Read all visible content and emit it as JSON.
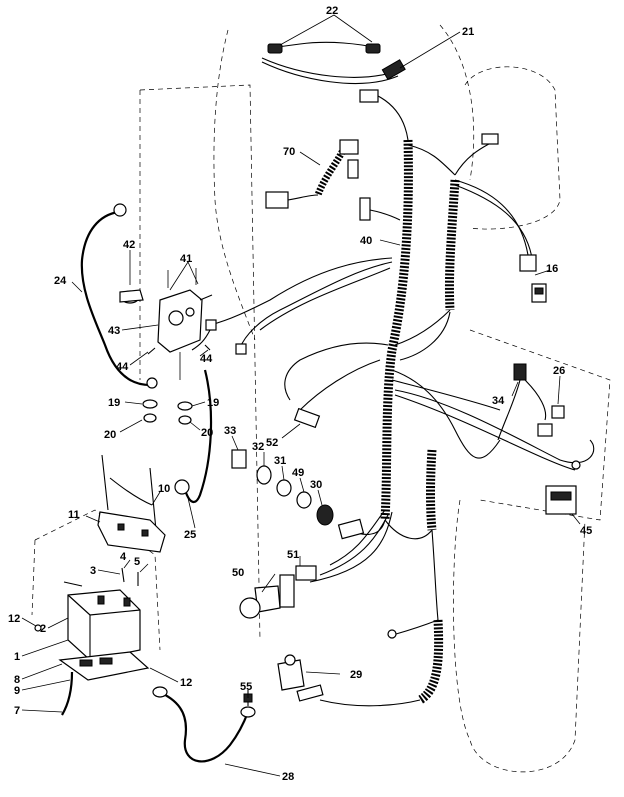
{
  "diagram": {
    "callouts": [
      {
        "id": "22",
        "text": "22"
      },
      {
        "id": "21",
        "text": "21"
      },
      {
        "id": "70",
        "text": "70"
      },
      {
        "id": "40",
        "text": "40"
      },
      {
        "id": "16",
        "text": "16"
      },
      {
        "id": "42",
        "text": "42"
      },
      {
        "id": "41",
        "text": "41"
      },
      {
        "id": "24",
        "text": "24"
      },
      {
        "id": "43",
        "text": "43"
      },
      {
        "id": "44a",
        "text": "44"
      },
      {
        "id": "44b",
        "text": "44"
      },
      {
        "id": "19a",
        "text": "19"
      },
      {
        "id": "19b",
        "text": "19"
      },
      {
        "id": "20a",
        "text": "20"
      },
      {
        "id": "20b",
        "text": "20"
      },
      {
        "id": "34",
        "text": "34"
      },
      {
        "id": "26",
        "text": "26"
      },
      {
        "id": "33",
        "text": "33"
      },
      {
        "id": "32",
        "text": "32"
      },
      {
        "id": "31",
        "text": "31"
      },
      {
        "id": "49",
        "text": "49"
      },
      {
        "id": "30",
        "text": "30"
      },
      {
        "id": "52",
        "text": "52"
      },
      {
        "id": "10",
        "text": "10"
      },
      {
        "id": "11",
        "text": "11"
      },
      {
        "id": "25",
        "text": "25"
      },
      {
        "id": "45",
        "text": "45"
      },
      {
        "id": "3",
        "text": "3"
      },
      {
        "id": "4",
        "text": "4"
      },
      {
        "id": "5",
        "text": "5"
      },
      {
        "id": "51",
        "text": "51"
      },
      {
        "id": "50",
        "text": "50"
      },
      {
        "id": "12a",
        "text": "12"
      },
      {
        "id": "2",
        "text": "2"
      },
      {
        "id": "1",
        "text": "1"
      },
      {
        "id": "8",
        "text": "8"
      },
      {
        "id": "9",
        "text": "9"
      },
      {
        "id": "7",
        "text": "7"
      },
      {
        "id": "12b",
        "text": "12"
      },
      {
        "id": "29",
        "text": "29"
      },
      {
        "id": "55",
        "text": "55"
      },
      {
        "id": "28",
        "text": "28"
      }
    ]
  }
}
